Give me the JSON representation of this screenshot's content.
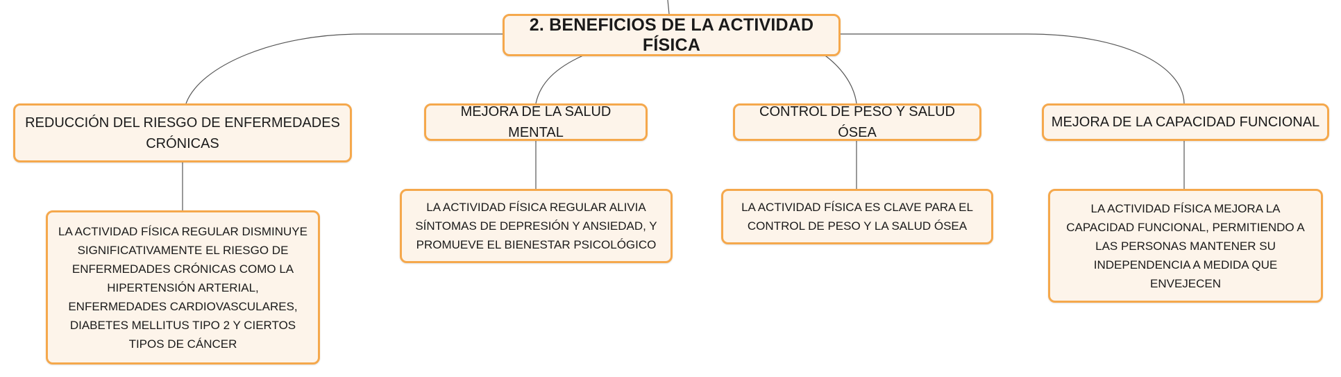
{
  "colors": {
    "node_border": "#f5a84c",
    "node_fill": "#fdf4ea",
    "connector": "#555555"
  },
  "root": {
    "label": "2. BENEFICIOS DE LA ACTIVIDAD FÍSICA"
  },
  "branches": [
    {
      "label": "REDUCCIÓN DEL RIESGO DE ENFERMEDADES CRÓNICAS",
      "detail": "LA ACTIVIDAD FÍSICA REGULAR DISMINUYE SIGNIFICATIVAMENTE EL RIESGO DE ENFERMEDADES CRÓNICAS COMO LA HIPERTENSIÓN ARTERIAL, ENFERMEDADES CARDIOVASCULARES, DIABETES MELLITUS TIPO 2 Y CIERTOS TIPOS DE CÁNCER"
    },
    {
      "label": "MEJORA DE LA SALUD MENTAL",
      "detail": "LA ACTIVIDAD FÍSICA REGULAR ALIVIA SÍNTOMAS DE DEPRESIÓN Y ANSIEDAD, Y PROMUEVE EL BIENESTAR PSICOLÓGICO"
    },
    {
      "label": "CONTROL DE PESO Y SALUD ÓSEA",
      "detail": "LA ACTIVIDAD FÍSICA ES CLAVE PARA EL CONTROL DE PESO Y LA SALUD ÓSEA"
    },
    {
      "label": "MEJORA DE LA CAPACIDAD FUNCIONAL",
      "detail": "LA ACTIVIDAD FÍSICA MEJORA LA CAPACIDAD FUNCIONAL, PERMITIENDO A LAS PERSONAS MANTENER SU INDEPENDENCIA A MEDIDA QUE ENVEJECEN"
    }
  ]
}
